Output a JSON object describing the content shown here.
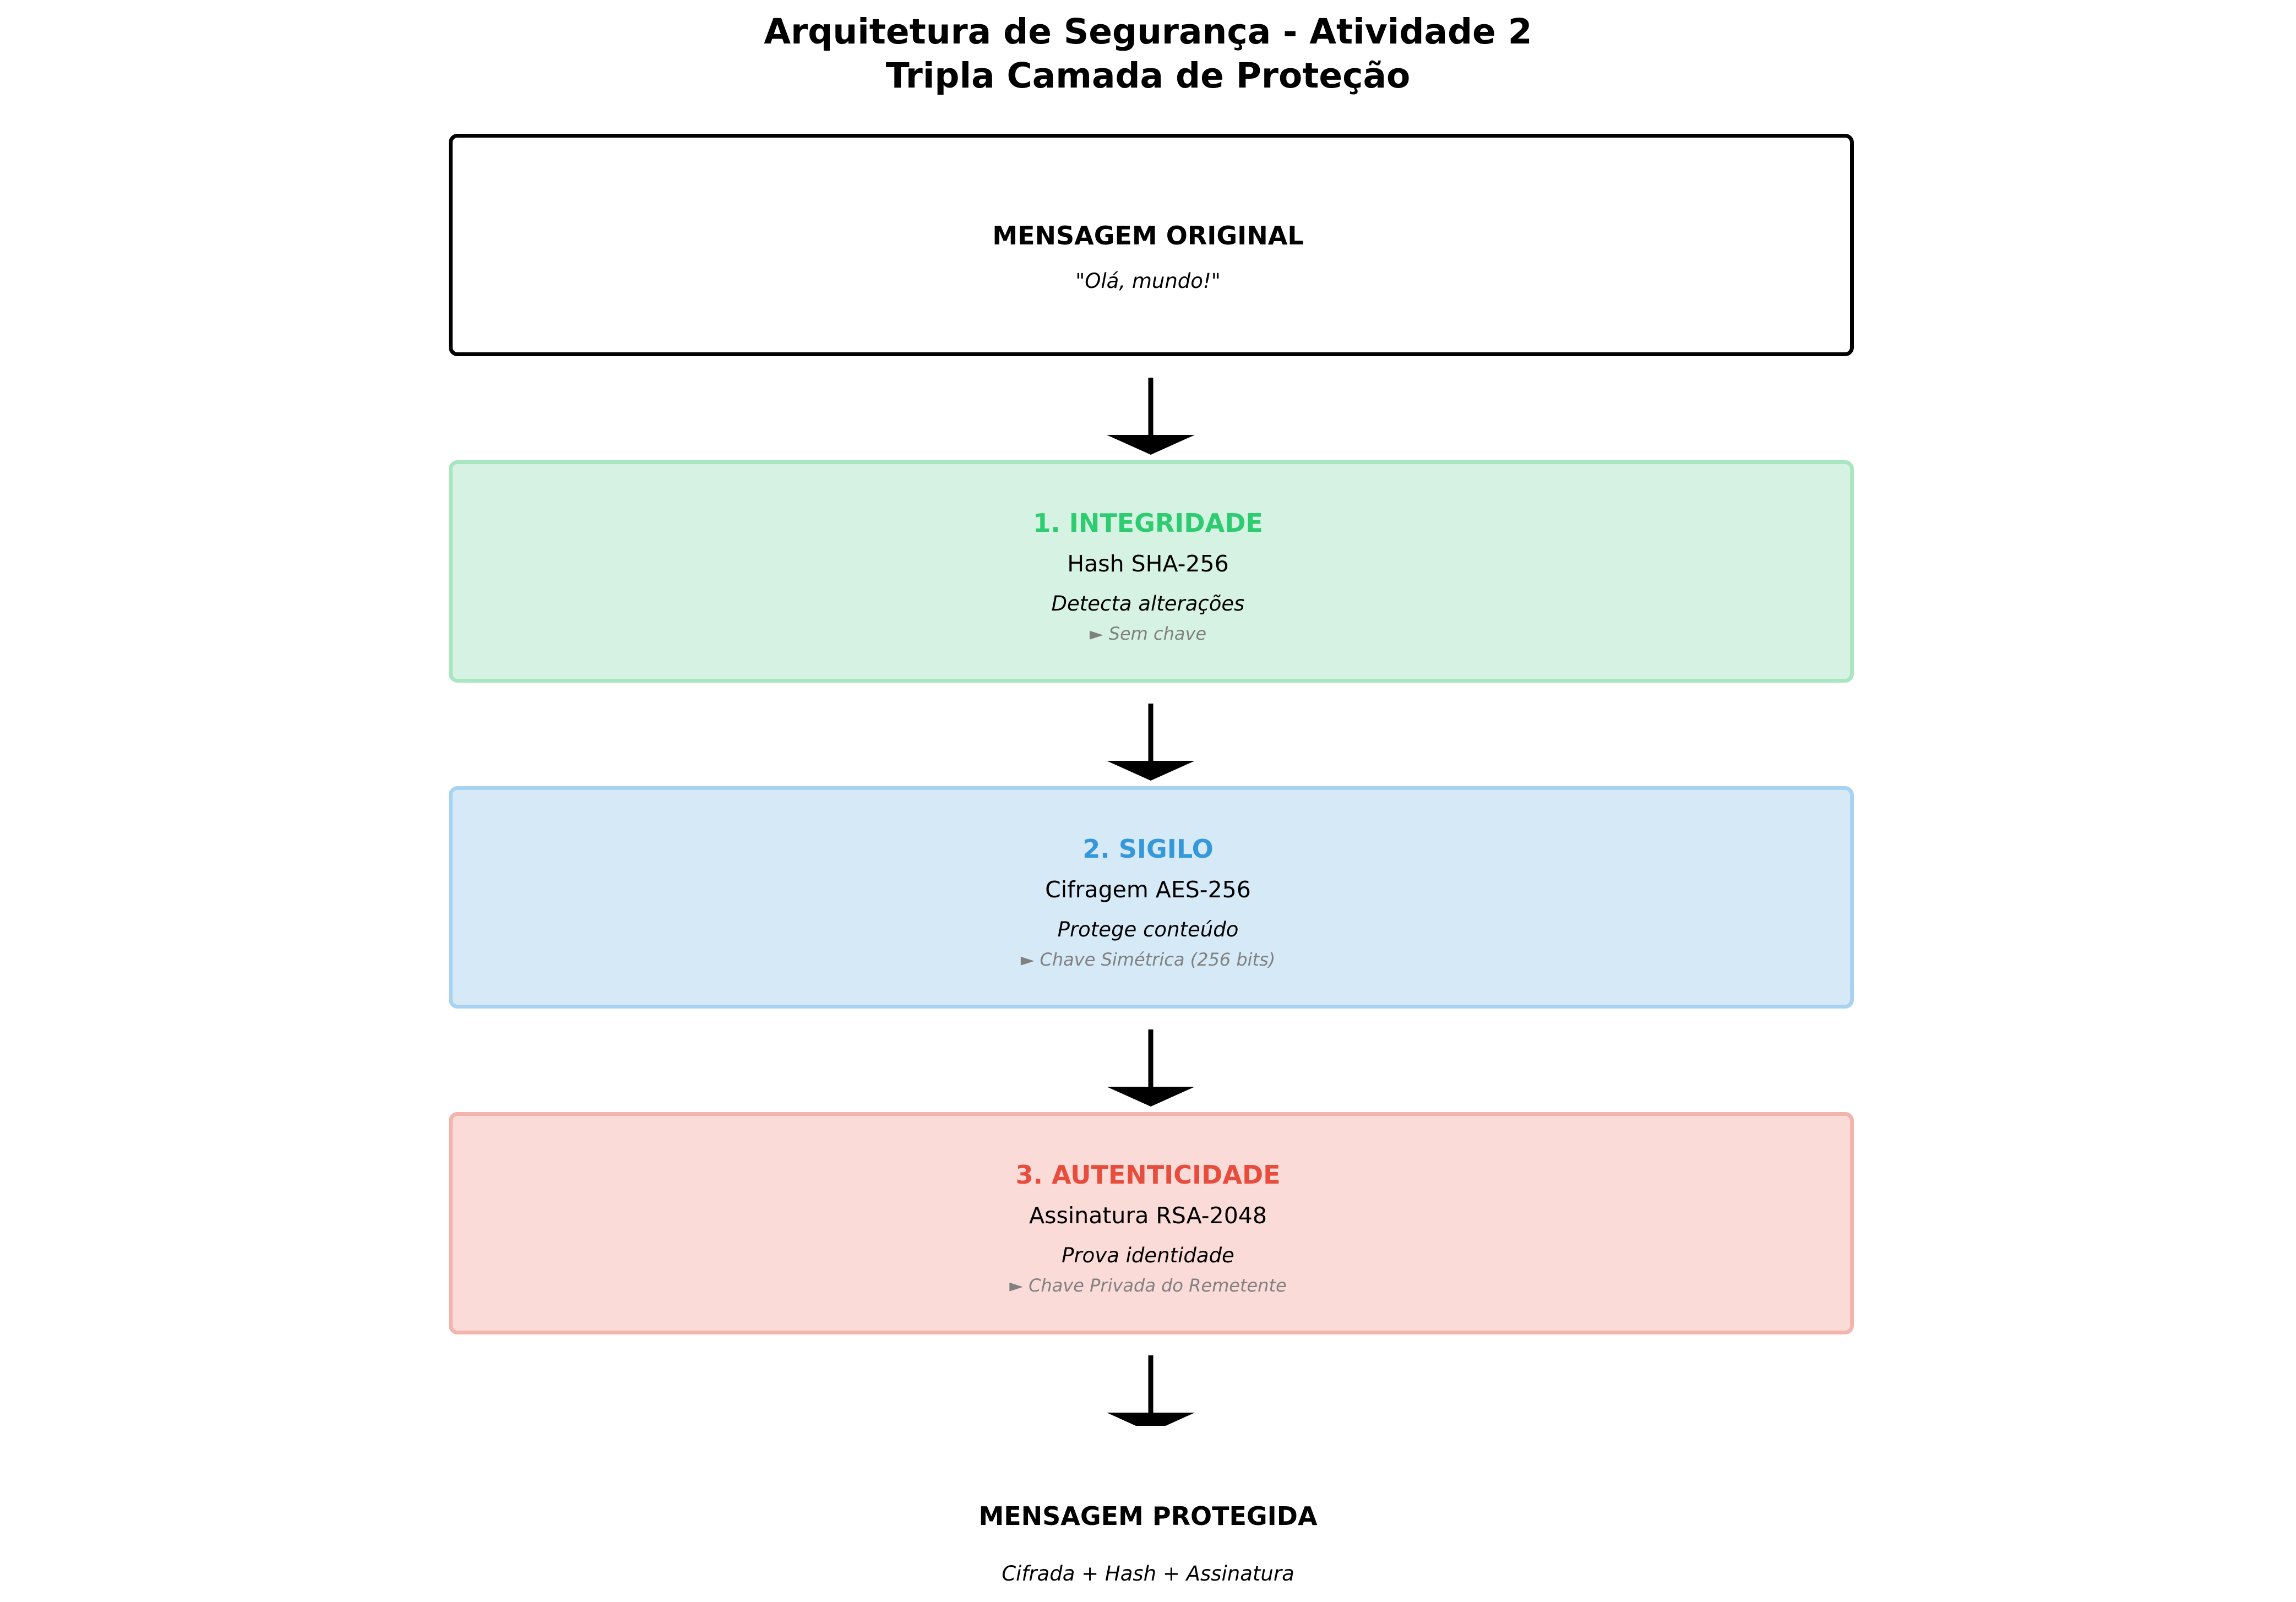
{
  "title": {
    "line1": "Arquitetura de Segurança - Atividade 2",
    "line2": "Tripla Camada de Proteção"
  },
  "original": {
    "heading": "MENSAGEM ORIGINAL",
    "message": "\"Olá, mundo!\""
  },
  "layers": [
    {
      "heading": "1. INTEGRIDADE",
      "method": "Hash SHA-256",
      "description": "Detecta alterações",
      "key": "► Sem chave",
      "color": "#2ecc71",
      "fill": "#d5f2e2"
    },
    {
      "heading": "2. SIGILO",
      "method": "Cifragem AES-256",
      "description": "Protege conteúdo",
      "key": "► Chave Simétrica (256 bits)",
      "color": "#3498db",
      "fill": "#d6e9f7"
    },
    {
      "heading": "3. AUTENTICIDADE",
      "method": "Assinatura RSA-2048",
      "description": "Prova identidade",
      "key": "► Chave Privada do Remetente",
      "color": "#e74c3c",
      "fill": "#fadbd8"
    }
  ],
  "protected": {
    "heading": "MENSAGEM PROTEGIDA",
    "description": "Cifrada + Hash + Assinatura"
  }
}
